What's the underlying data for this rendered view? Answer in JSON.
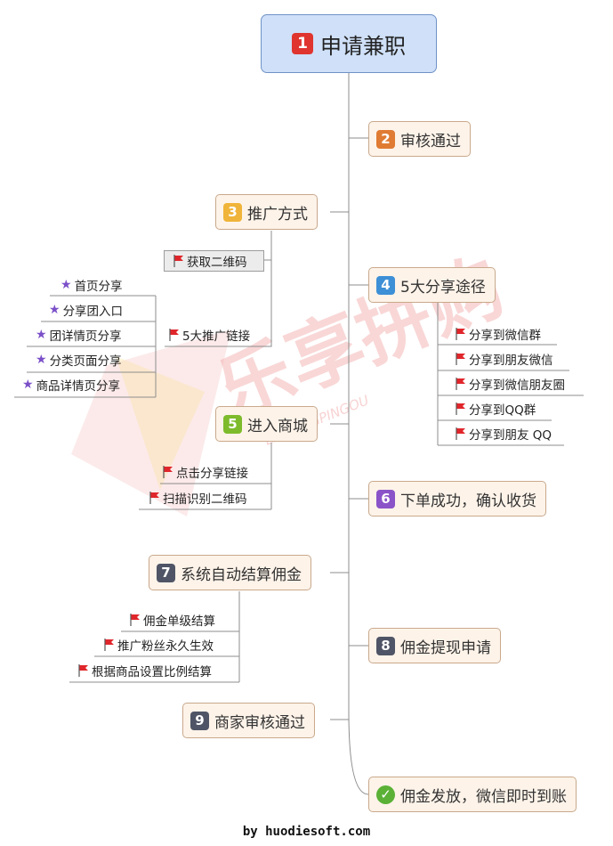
{
  "root": {
    "num": "1",
    "label": "申请兼职"
  },
  "nodes": {
    "n2": {
      "num": "2",
      "label": "审核通过"
    },
    "n3": {
      "num": "3",
      "label": "推广方式"
    },
    "n4": {
      "num": "4",
      "label": "5大分享途径"
    },
    "n5": {
      "num": "5",
      "label": "进入商城"
    },
    "n6": {
      "num": "6",
      "label": "下单成功，确认收货"
    },
    "n7": {
      "num": "7",
      "label": "系统自动结算佣金"
    },
    "n8": {
      "num": "8",
      "label": "佣金提现申请"
    },
    "n9": {
      "num": "9",
      "label": "商家审核通过"
    },
    "n10": {
      "label": "佣金发放，微信即时到账"
    }
  },
  "n3_children": {
    "qr": "获取二维码",
    "links": "5大推广链接",
    "link_items": [
      "首页分享",
      "分享团入口",
      "团详情页分享",
      "分类页面分享",
      "商品详情页分享"
    ]
  },
  "n4_children": [
    "分享到微信群",
    "分享到朋友微信",
    "分享到微信朋友圈",
    "分享到QQ群",
    "分享到朋友 QQ"
  ],
  "n5_children": [
    "点击分享链接",
    "扫描识别二维码"
  ],
  "n7_children": [
    "佣金单级结算",
    "推广粉丝永久生效",
    "根据商品设置比例结算"
  ],
  "watermark": {
    "cn": "乐享拼购",
    "en": "LEXIANGPINGOU"
  },
  "footer": "by huodiesoft.com",
  "colors": {
    "n1": "#e0342f",
    "n2": "#e07b33",
    "n3": "#f0b43a",
    "n4": "#3d8fd6",
    "n5": "#7dbb2c",
    "n6": "#8a53c8",
    "n7": "#4f5566",
    "n8": "#4f5566",
    "n9": "#4f5566",
    "check": "#5ab136",
    "flag": "#e0262b",
    "star": "#7b4fc8",
    "line": "#8c8c8c"
  },
  "icons": {
    "flag": "red-flag-icon",
    "star": "purple-star-icon",
    "check": "check-circle-icon"
  }
}
